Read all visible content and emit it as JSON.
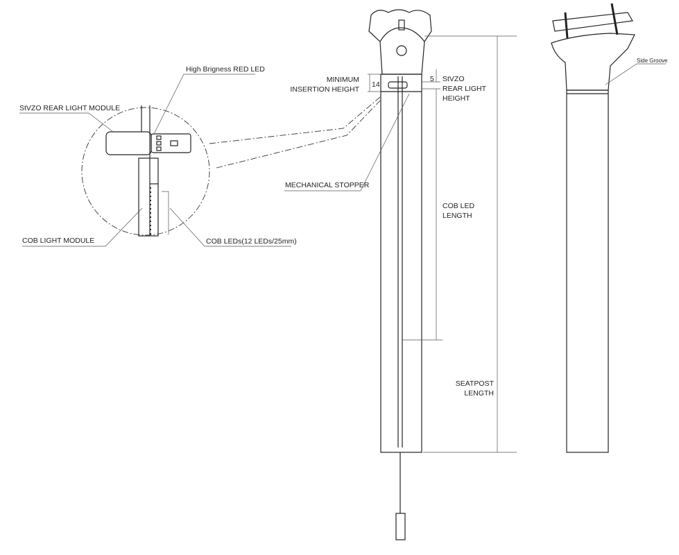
{
  "labels": {
    "red_led": "High Brigness RED LED",
    "rear_module": "StVZO REAR LIGHT MODULE",
    "cob_module": "COB LIGHT MODULE",
    "cob_leds": "COB LEDs(12 LEDs/25mm)",
    "min_insertion_1": "MINIMUM",
    "min_insertion_2": "INSERTION HEIGHT",
    "min_insertion_value": "14",
    "rear_height_value": "5",
    "rear_height_1": "StVZO",
    "rear_height_2": "REAR LIGHT",
    "rear_height_3": "HEIGHT",
    "mech_stopper": "MECHANICAL STOPPER",
    "cob_length_1": "COB LED",
    "cob_length_2": "LENGTH",
    "seatpost_length_1": "SEATPOST",
    "seatpost_length_2": "LENGTH",
    "side_groove": "Side Groove"
  }
}
